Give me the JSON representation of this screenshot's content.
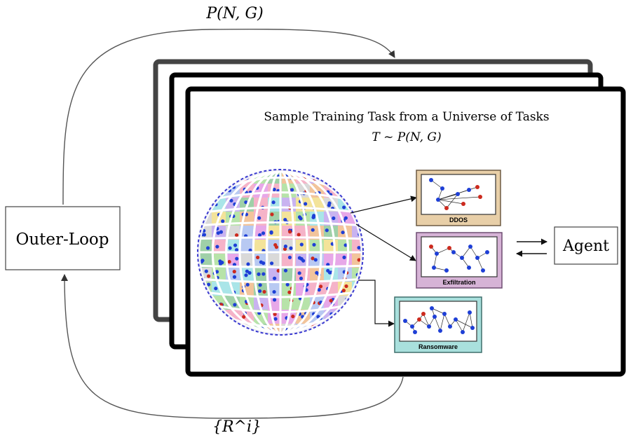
{
  "outer_loop": {
    "label": "Outer-Loop"
  },
  "agent": {
    "label": "Agent"
  },
  "top_arrow": {
    "label": "P(N, G)"
  },
  "bottom_arrow": {
    "label": "{R^i}"
  },
  "main_panel": {
    "title_line1": "Sample Training Task from a Universe of Tasks",
    "title_line2": "T ~ P(N, G)"
  },
  "tasks": [
    {
      "name": "DDOS",
      "fill": "#e8cfa8",
      "border": "#6d5a43"
    },
    {
      "name": "Exfiltration",
      "fill": "#d6b3d6",
      "border": "#6e4d72"
    },
    {
      "name": "Ransomware",
      "fill": "#a9e0dd",
      "border": "#3f6f6c"
    }
  ],
  "colors": {
    "node_blue": "#1e3fd6",
    "node_red": "#cc2a1e",
    "frame": "#000000",
    "back_frame": "#444444"
  }
}
